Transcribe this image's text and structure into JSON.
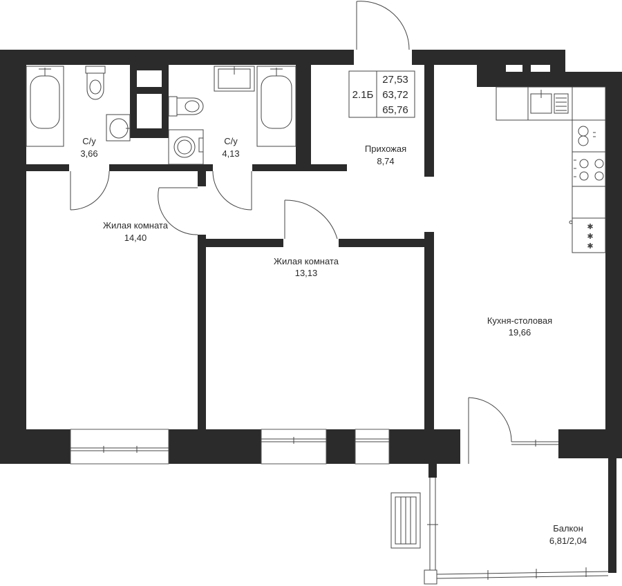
{
  "apartment": {
    "type_code": "2.1Б",
    "area_living": "27,53",
    "area_total": "63,72",
    "area_with_balcony": "65,76"
  },
  "rooms": [
    {
      "id": "bath1",
      "name": "С/у",
      "area": "3,66"
    },
    {
      "id": "bath2",
      "name": "С/у",
      "area": "4,13"
    },
    {
      "id": "hall",
      "name": "Прихожая",
      "area": "8,74"
    },
    {
      "id": "living1",
      "name": "Жилая комната",
      "area": "14,40"
    },
    {
      "id": "living2",
      "name": "Жилая комната",
      "area": "13,13"
    },
    {
      "id": "kitchen",
      "name": "Кухня-столовая",
      "area": "19,66"
    },
    {
      "id": "balcony",
      "name": "Балкон",
      "area": "6,81/2,04"
    }
  ],
  "colors": {
    "wall": "#2b2b2b",
    "background": "#ffffff",
    "line": "#444444"
  }
}
